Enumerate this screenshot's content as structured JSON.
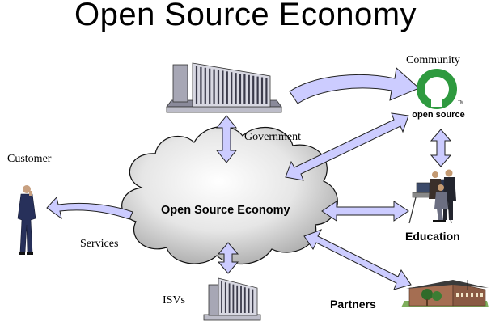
{
  "title": "Open Source Economy",
  "center": {
    "label": "Open Source Economy"
  },
  "nodes": {
    "community": {
      "label": "Community",
      "logo_text": "open source",
      "logo_mark": "TM"
    },
    "government": {
      "label": "Government"
    },
    "customer": {
      "label": "Customer"
    },
    "services": {
      "label": "Services"
    },
    "education": {
      "label": "Education"
    },
    "isvs": {
      "label": "ISVs"
    },
    "partners": {
      "label": "Partners"
    }
  },
  "colors": {
    "arrow_fill": "#ccccff",
    "arrow_stroke": "#222222",
    "cloud_light": "#ffffff",
    "cloud_dark": "#a9a9a9",
    "logo_green": "#2e9a3f"
  },
  "icons": [
    "government-building-icon",
    "isv-building-icon",
    "community-logo-icon",
    "customer-person-icon",
    "education-people-icon",
    "partners-campus-icon"
  ]
}
